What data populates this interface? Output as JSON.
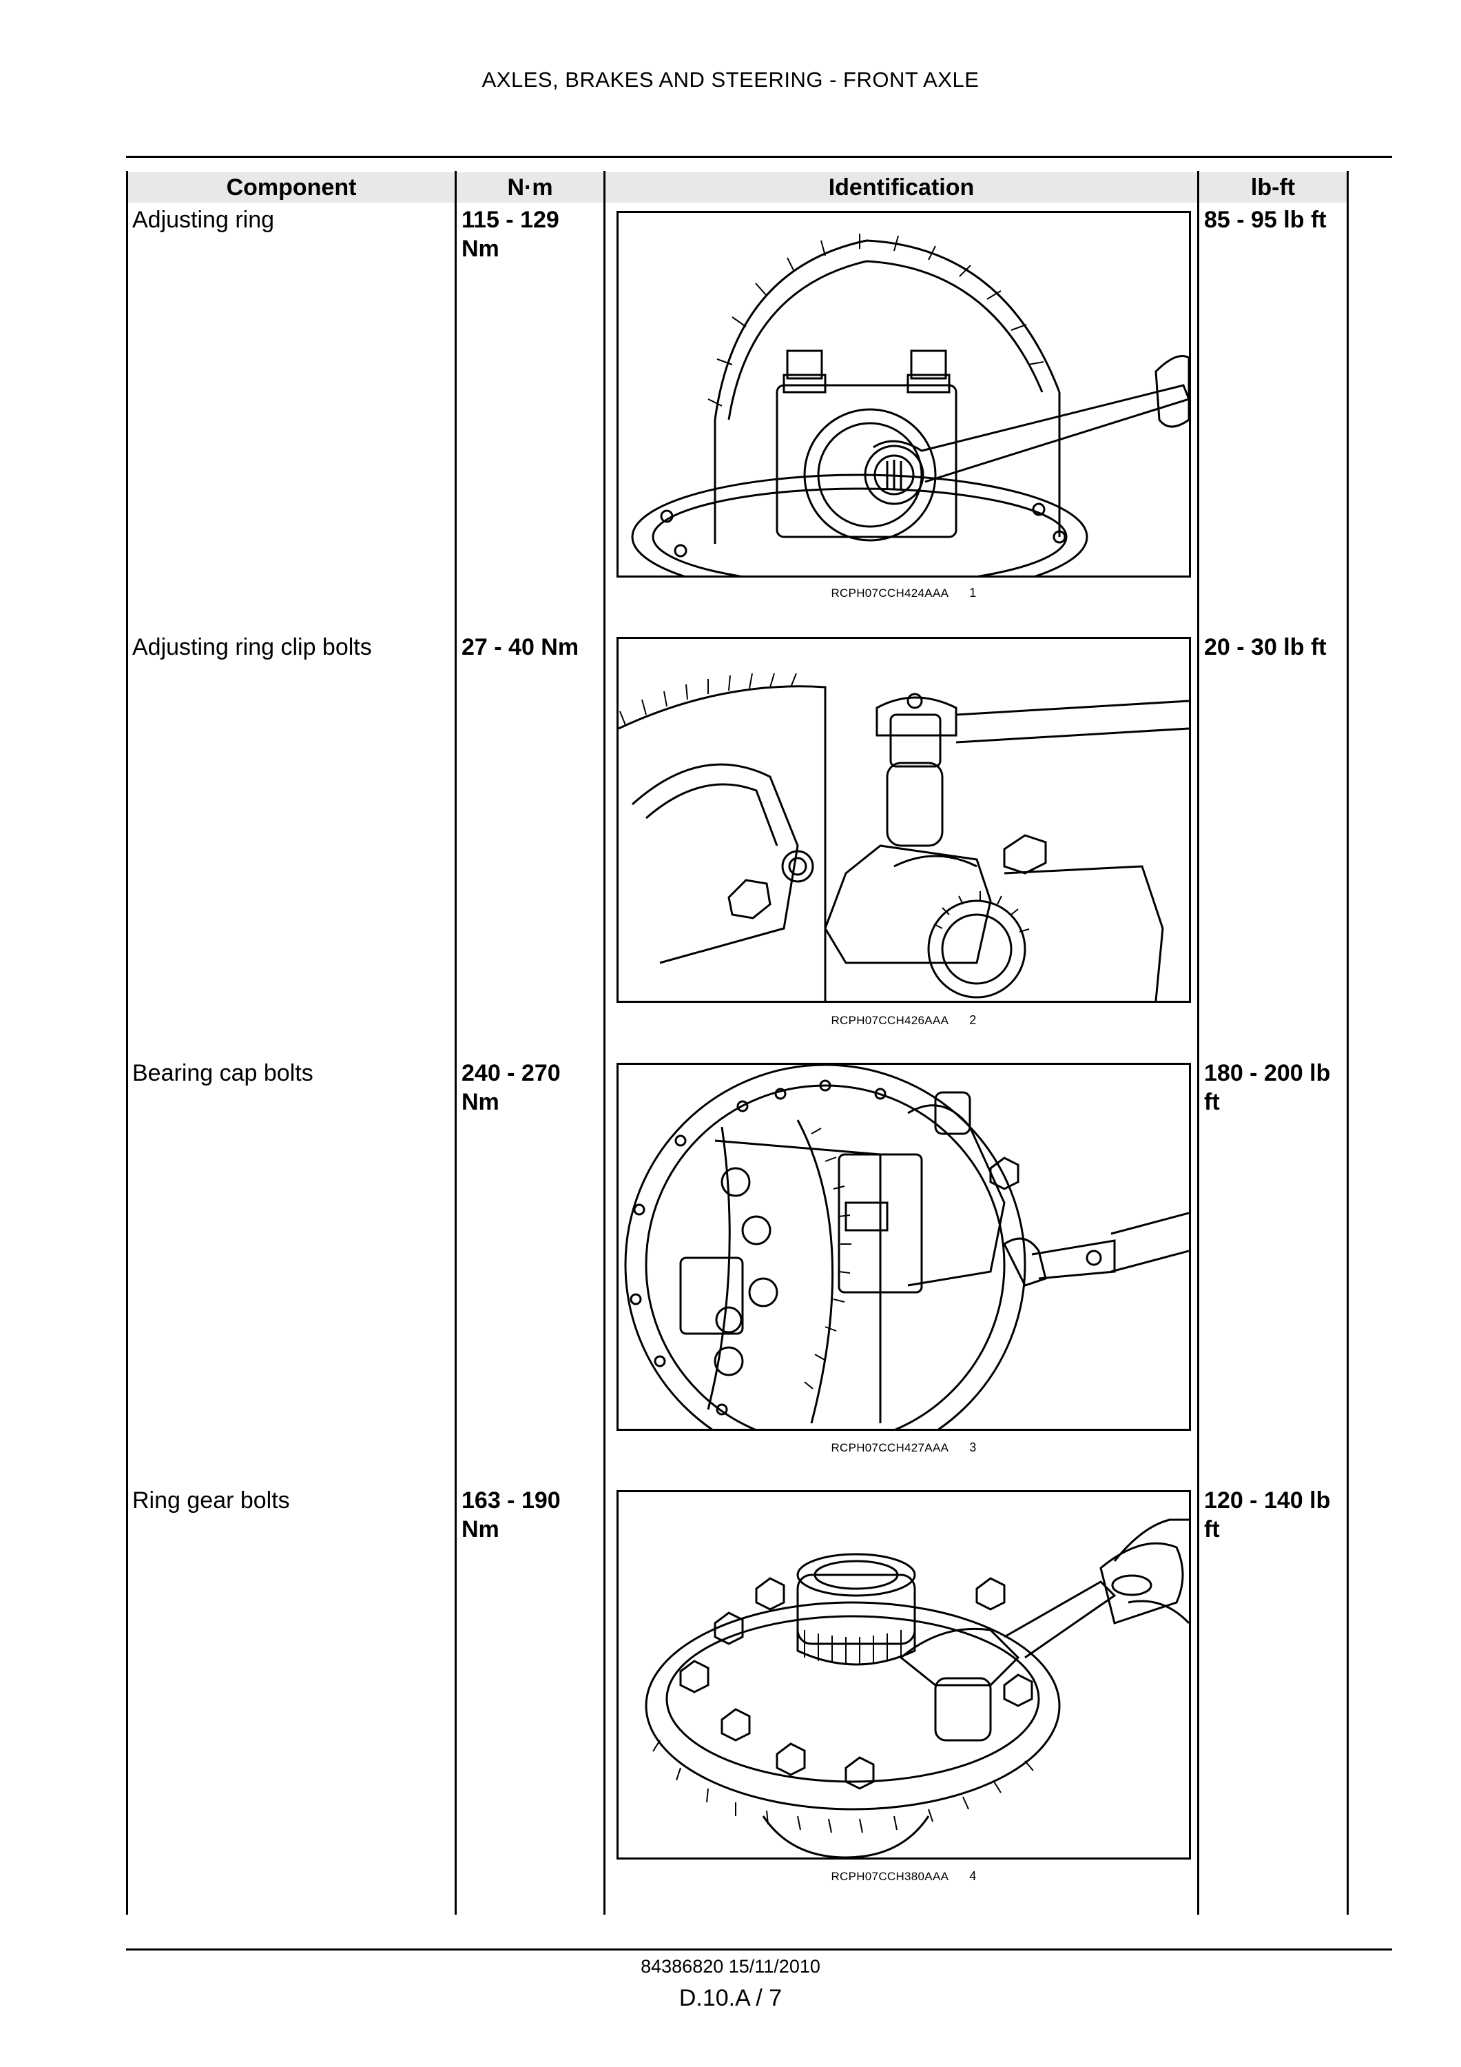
{
  "header": {
    "title": "AXLES, BRAKES AND STEERING - FRONT AXLE"
  },
  "table": {
    "headers": [
      "Component",
      "N·m",
      "Identification",
      "lb-ft"
    ],
    "rows": [
      {
        "component": "Adjusting ring",
        "nm_line1": "115 - 129",
        "nm_line2": "Nm",
        "lbft_line1": "85 - 95 lb ft",
        "lbft_line2": "",
        "figure_code": "RCPH07CCH424AAA",
        "figure_number": "1",
        "icon": "adjusting-ring-wrench-illustration"
      },
      {
        "component": "Adjusting ring clip bolts",
        "nm_line1": "27 - 40 Nm",
        "nm_line2": "",
        "lbft_line1": "20 - 30 lb ft",
        "lbft_line2": "",
        "figure_code": "RCPH07CCH426AAA",
        "figure_number": "2",
        "icon": "clip-bolt-torque-wrench-illustration"
      },
      {
        "component": "Bearing cap bolts",
        "nm_line1": "240 - 270",
        "nm_line2": "Nm",
        "lbft_line1": "180 - 200 lb",
        "lbft_line2": "ft",
        "figure_code": "RCPH07CCH427AAA",
        "figure_number": "3",
        "icon": "bearing-cap-torque-wrench-illustration"
      },
      {
        "component": "Ring gear bolts",
        "nm_line1": "163 - 190",
        "nm_line2": "Nm",
        "lbft_line1": "120 - 140 lb",
        "lbft_line2": "ft",
        "figure_code": "RCPH07CCH380AAA",
        "figure_number": "4",
        "icon": "ring-gear-torque-wrench-illustration"
      }
    ]
  },
  "footer": {
    "doc_ref": "84386820 15/11/2010",
    "page": "D.10.A / 7"
  }
}
